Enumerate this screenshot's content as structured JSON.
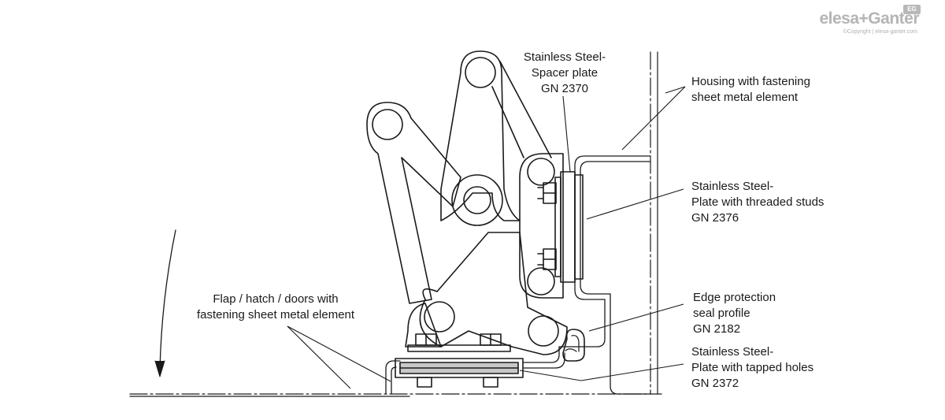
{
  "logo": {
    "brand": "elesa+Ganter",
    "badge": "EG",
    "copyright": "©Copyright | elesa-ganter.com"
  },
  "labels": {
    "spacer_plate": [
      "Stainless Steel-",
      "Spacer plate",
      "GN 2370"
    ],
    "housing": [
      "Housing with fastening",
      "sheet metal element"
    ],
    "threaded_studs": [
      "Stainless Steel-",
      "Plate with threaded studs",
      "GN 2376"
    ],
    "edge_protection": [
      "Edge protection",
      "seal profile",
      "GN 2182"
    ],
    "tapped_holes": [
      "Stainless Steel-",
      "Plate with tapped holes",
      "GN 2372"
    ],
    "flap": [
      "Flap / hatch / doors with",
      "fastening sheet metal element"
    ]
  },
  "colors": {
    "line": "#1a1a1a",
    "logo_gray": "#b5b5b5"
  }
}
